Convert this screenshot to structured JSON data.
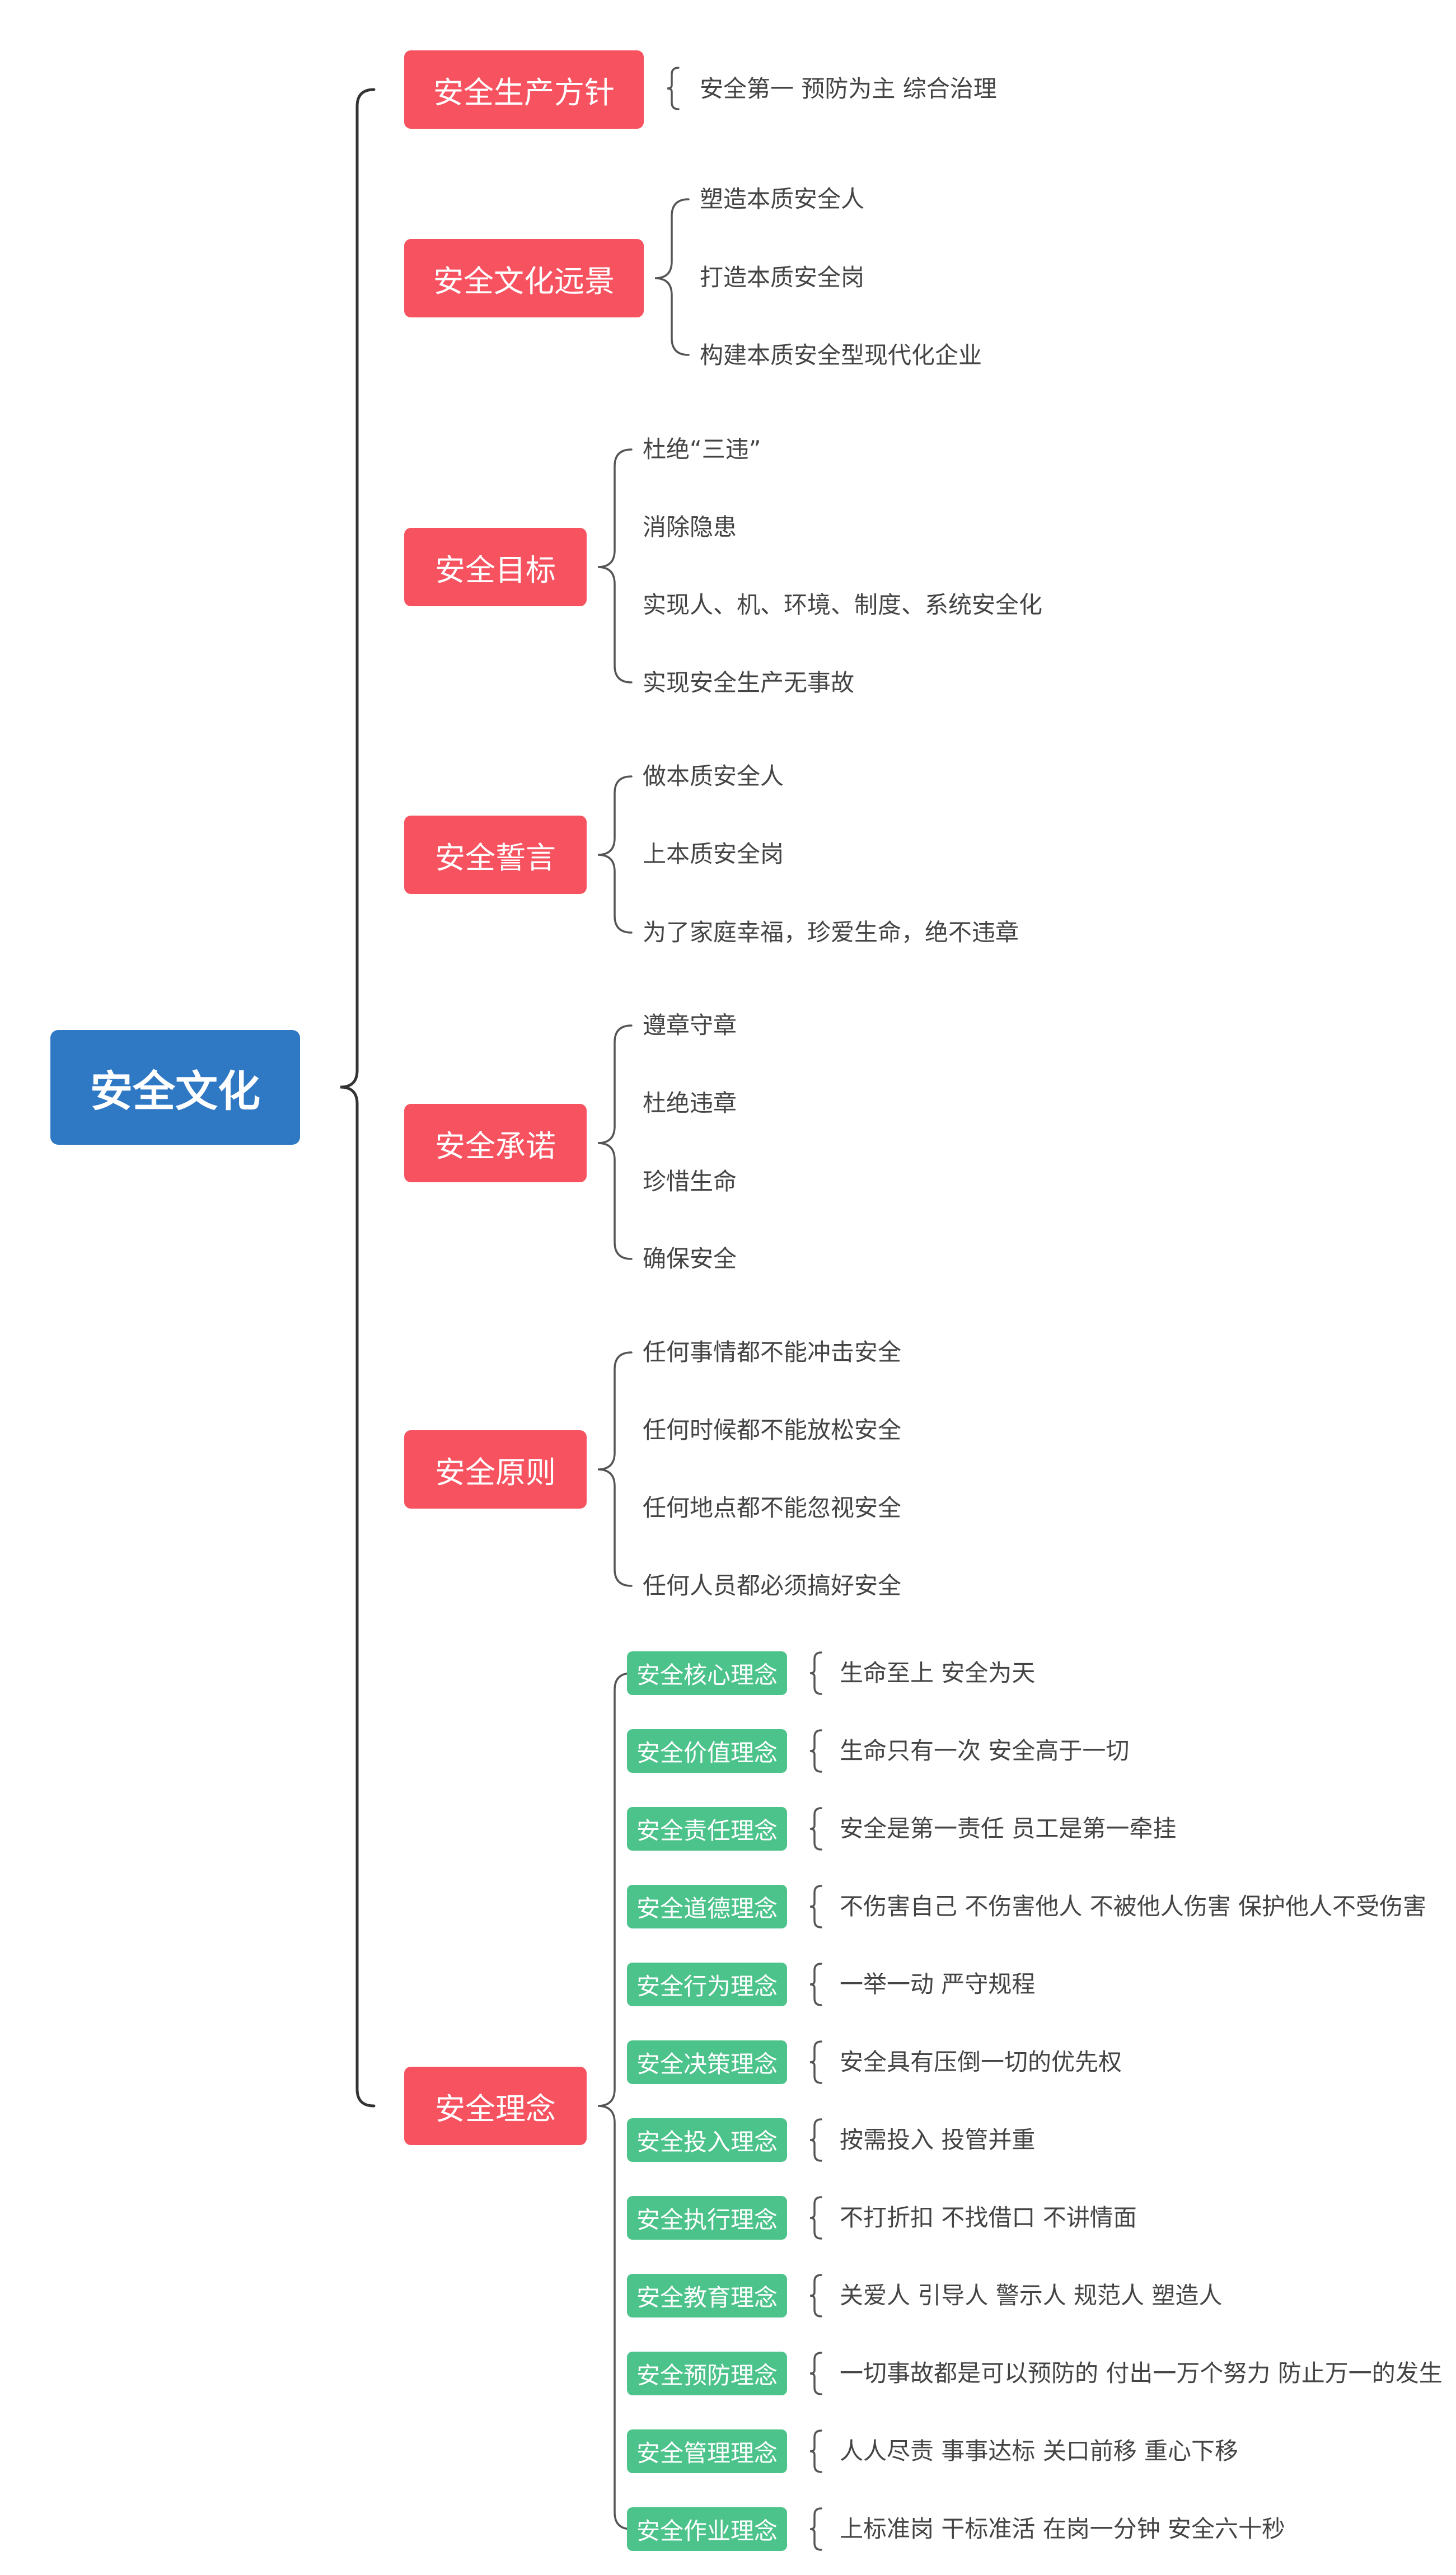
{
  "root": {
    "label": "安全文化"
  },
  "categories": [
    {
      "label": "安全生产方针",
      "items": [
        "安全第一 预防为主 综合治理"
      ]
    },
    {
      "label": "安全文化远景",
      "items": [
        "塑造本质安全人",
        "打造本质安全岗",
        "构建本质安全型现代化企业"
      ]
    },
    {
      "label": "安全目标",
      "items": [
        "杜绝“三违”",
        "消除隐患",
        "实现人、机、环境、制度、系统安全化",
        "实现安全生产无事故"
      ]
    },
    {
      "label": "安全誓言",
      "items": [
        "做本质安全人",
        "上本质安全岗",
        "为了家庭幸福，珍爱生命，绝不违章"
      ]
    },
    {
      "label": "安全承诺",
      "items": [
        "遵章守章",
        "杜绝违章",
        "珍惜生命",
        "确保安全"
      ]
    },
    {
      "label": "安全原则",
      "items": [
        "任何事情都不能冲击安全",
        "任何时候都不能放松安全",
        "任何地点都不能忽视安全",
        "任何人员都必须搞好安全"
      ]
    },
    {
      "label": "安全理念",
      "subitems": [
        {
          "label": "安全核心理念",
          "value": "生命至上 安全为天"
        },
        {
          "label": "安全价值理念",
          "value": "生命只有一次 安全高于一切"
        },
        {
          "label": "安全责任理念",
          "value": "安全是第一责任 员工是第一牵挂"
        },
        {
          "label": "安全道德理念",
          "value": "不伤害自己 不伤害他人 不被他人伤害 保护他人不受伤害"
        },
        {
          "label": "安全行为理念",
          "value": "一举一动 严守规程"
        },
        {
          "label": "安全决策理念",
          "value": "安全具有压倒一切的优先权"
        },
        {
          "label": "安全投入理念",
          "value": "按需投入 投管并重"
        },
        {
          "label": "安全执行理念",
          "value": "不打折扣 不找借口 不讲情面"
        },
        {
          "label": "安全教育理念",
          "value": "关爱人 引导人 警示人 规范人 塑造人"
        },
        {
          "label": "安全预防理念",
          "value": "一切事故都是可以预防的 付出一万个努力 防止万一的发生"
        },
        {
          "label": "安全管理理念",
          "value": "人人尽责 事事达标 关口前移 重心下移"
        },
        {
          "label": "安全作业理念",
          "value": "上标准岗 干标准活 在岗一分钟 安全六十秒"
        }
      ]
    },
    {
      "colors": {
        "root": "#2f78c4",
        "category": "#f6525f",
        "subcategory": "#4cc38a",
        "text": "#444444",
        "line": "#333333"
      }
    }
  ]
}
